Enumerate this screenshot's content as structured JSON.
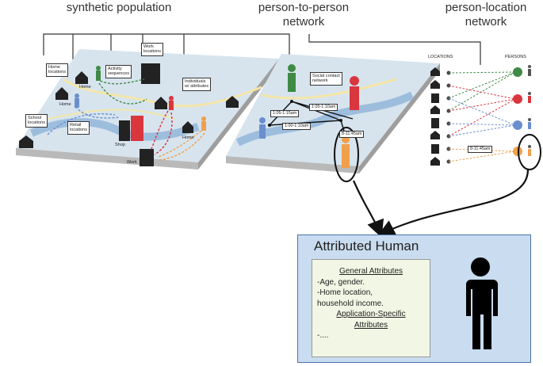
{
  "titles": {
    "synthetic": "synthetic population",
    "p2p": "person-to-person\nnetwork",
    "ploc": "person-location\nnetwork"
  },
  "map1": {
    "callouts": {
      "home_locations": "Home\nlocations",
      "activity": "Activity\nsequences",
      "work_locations": "Work\nlocations",
      "individuals": "Individuals\nw/ attributes",
      "school": "School\nlocations",
      "retail": "Retail\nlocations"
    },
    "labels": {
      "home1": "Home",
      "home2": "Home",
      "home3": "Home",
      "shop": "Shop",
      "work": "Work"
    }
  },
  "map2": {
    "callout": "Social contact\nnetwork",
    "edges": [
      "1:05-1:10am",
      "1:05-1:15am",
      "1:00-1:10am",
      "8-11:45am"
    ]
  },
  "bipartite": {
    "locations_label": "LOCATIONS",
    "persons_label": "PERSONS",
    "edge_label": "8-11:45am"
  },
  "panel": {
    "title": "Attributed Human",
    "general_heading": "General Attributes",
    "general_items": [
      "-Age, gender.",
      "-Home location,",
      "household income."
    ],
    "app_heading_1": "Application-Specific",
    "app_heading_2": "Attributes",
    "app_items": [
      "-...."
    ]
  },
  "colors": {
    "green": "#3f8a45",
    "red": "#d9363e",
    "blue": "#6a8fcf",
    "orange": "#f0a04a",
    "panel_bg": "#c9dcf0",
    "attr_bg": "#f2f6e4"
  }
}
